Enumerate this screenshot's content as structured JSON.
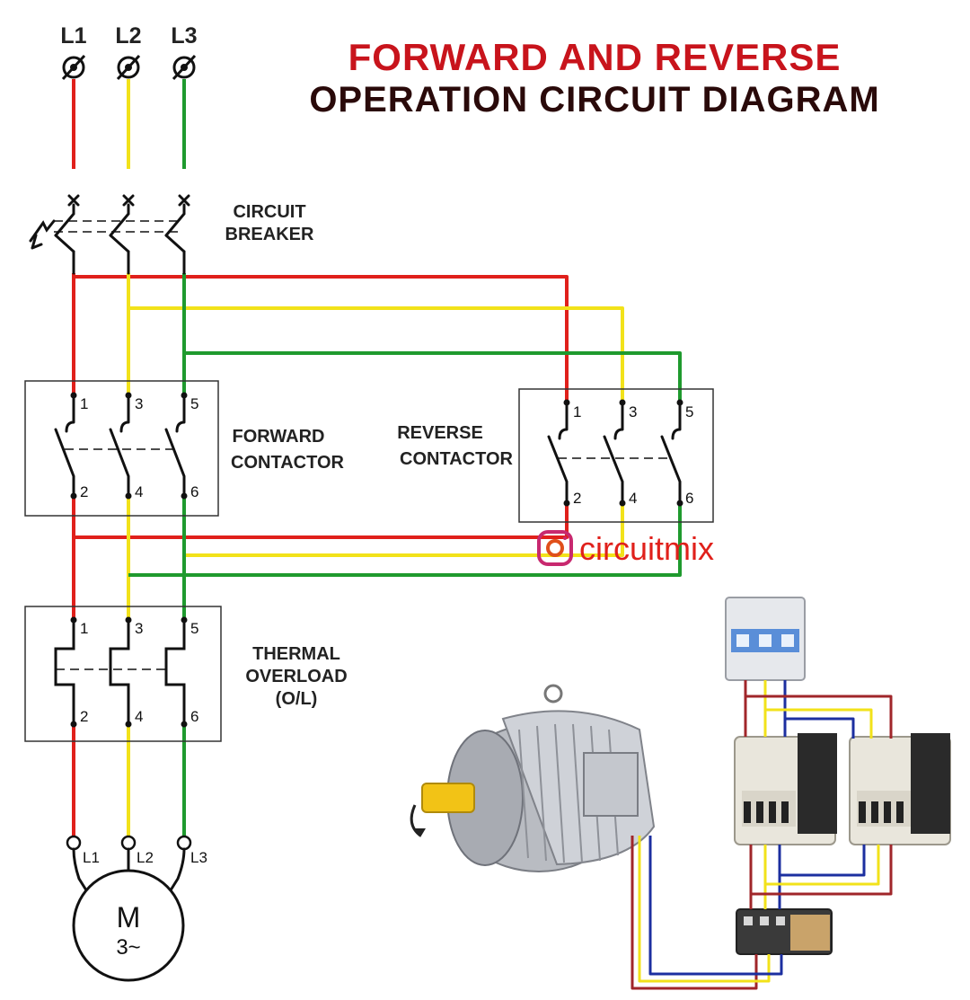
{
  "title": {
    "line1": "FORWARD AND REVERSE",
    "line2": "OPERATION CIRCUIT DIAGRAM"
  },
  "phases": [
    "L1",
    "L2",
    "L3"
  ],
  "circuit_breaker": {
    "line1": "CIRCUIT",
    "line2": "BREAKER"
  },
  "forward_contactor": {
    "line1": "FORWARD",
    "line2": "CONTACTOR"
  },
  "reverse_contactor": {
    "line1": "REVERSE",
    "line2": "CONTACTOR"
  },
  "thermal_overload": {
    "line1": "THERMAL",
    "line2": "OVERLOAD",
    "line3": "(O/L)"
  },
  "terminals": {
    "t1": "1",
    "t2": "2",
    "t3": "3",
    "t4": "4",
    "t5": "5",
    "t6": "6"
  },
  "motor_terminals": [
    "L1",
    "L2",
    "L3"
  ],
  "motor": {
    "letter": "M",
    "phase": "3~"
  },
  "watermark": "circuitmix",
  "colors": {
    "phase1": "#e0201b",
    "phase2": "#f2e21a",
    "phase3": "#1f9a2e",
    "title_red": "#c8141c",
    "title_dark": "#2a0a0a"
  }
}
